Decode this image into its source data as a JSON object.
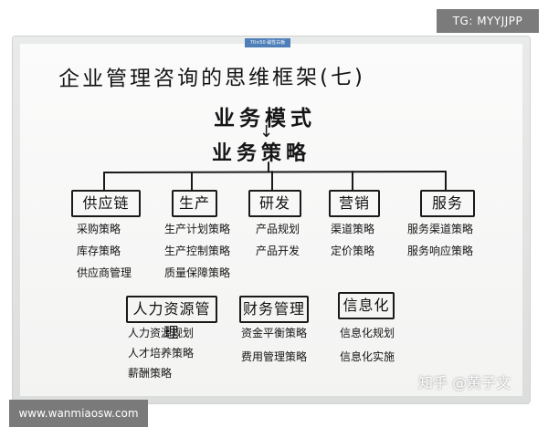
{
  "badges": {
    "telegram": "TG: MYYJJPP",
    "website": "www.wanmiaosw.com",
    "sticker": "70×50 磁性白板"
  },
  "board": {
    "title": "企业管理咨询的思维框架(七)",
    "model": "业务模式",
    "arrow": "↓",
    "strategy": "业务策略",
    "top_categories": [
      {
        "label": "供应链",
        "items": [
          "采购策略",
          "库存策略",
          "供应商管理"
        ]
      },
      {
        "label": "生产",
        "items": [
          "生产计划策略",
          "生产控制策略",
          "质量保障策略"
        ]
      },
      {
        "label": "研发",
        "items": [
          "产品规划",
          "产品开发"
        ]
      },
      {
        "label": "营销",
        "items": [
          "渠道策略",
          "定价策略"
        ]
      },
      {
        "label": "服务",
        "items": [
          "服务渠道策略",
          "服务响应策略"
        ]
      }
    ],
    "bottom_categories": [
      {
        "label": "人力资源管理",
        "items": [
          "人力资源规划",
          "人才培养策略",
          "薪酬策略"
        ]
      },
      {
        "label": "财务管理",
        "items": [
          "资金平衡策略",
          "费用管理策略"
        ]
      },
      {
        "label": "信息化",
        "items": [
          "信息化规划",
          "信息化实施"
        ]
      }
    ]
  },
  "watermark": "知乎 @黄子文"
}
